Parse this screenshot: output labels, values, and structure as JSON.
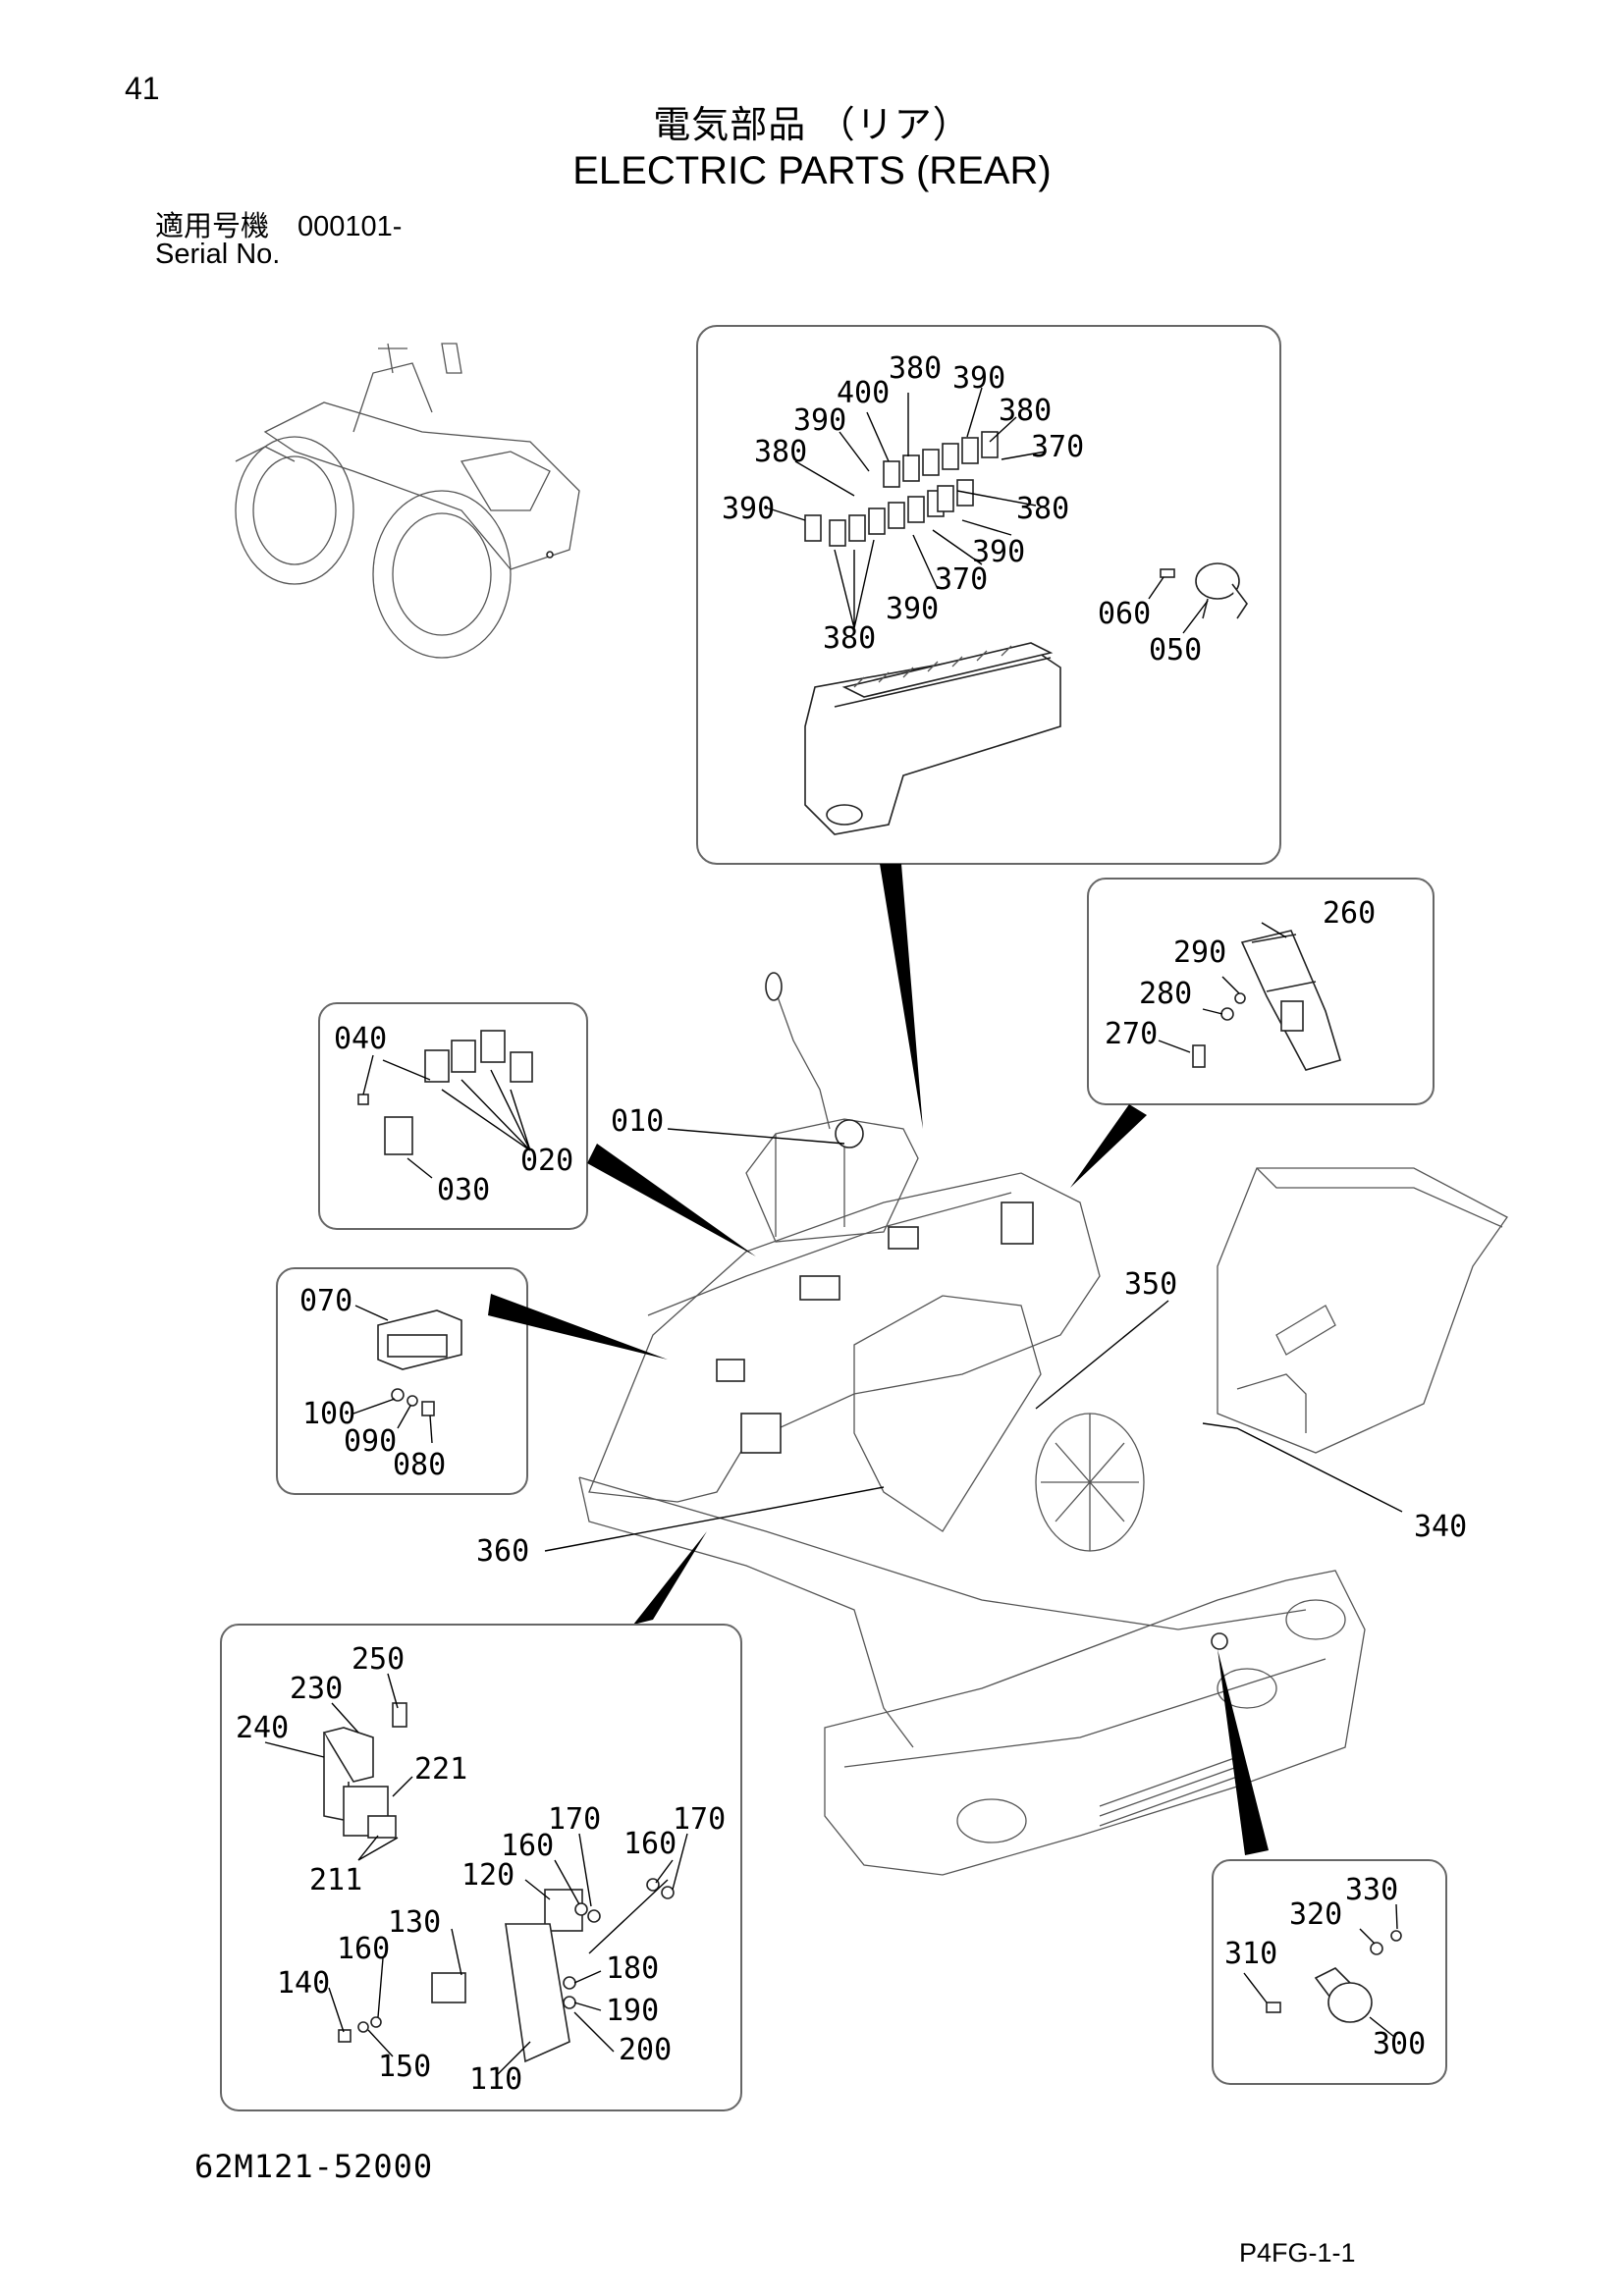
{
  "header": {
    "page_number": "41",
    "title_jp": "電気部品 （リア）",
    "title_en": "ELECTRIC PARTS (REAR)",
    "serial_jp": "適用号機　000101-",
    "serial_en": "Serial No."
  },
  "footer": {
    "doc_code": "62M121-52000",
    "page_code": "P4FG-1-1"
  },
  "callouts": {
    "fuse_box": [
      "380",
      "400",
      "390",
      "390",
      "380",
      "380",
      "370",
      "390",
      "380",
      "390",
      "370",
      "390",
      "380"
    ],
    "horn_box": [
      "060",
      "050"
    ],
    "controller_box": [
      "260",
      "290",
      "280",
      "270"
    ],
    "relay_box": [
      "040",
      "020",
      "030"
    ],
    "module_box": [
      "070",
      "100",
      "090",
      "080"
    ],
    "bracket_box": [
      "250",
      "230",
      "240",
      "221",
      "211",
      "170",
      "160",
      "170",
      "160",
      "120",
      "130",
      "160",
      "140",
      "180",
      "190",
      "200",
      "150",
      "110"
    ],
    "buzzer_box": [
      "330",
      "320",
      "310",
      "300"
    ],
    "main": [
      "010",
      "350",
      "340",
      "360"
    ]
  }
}
